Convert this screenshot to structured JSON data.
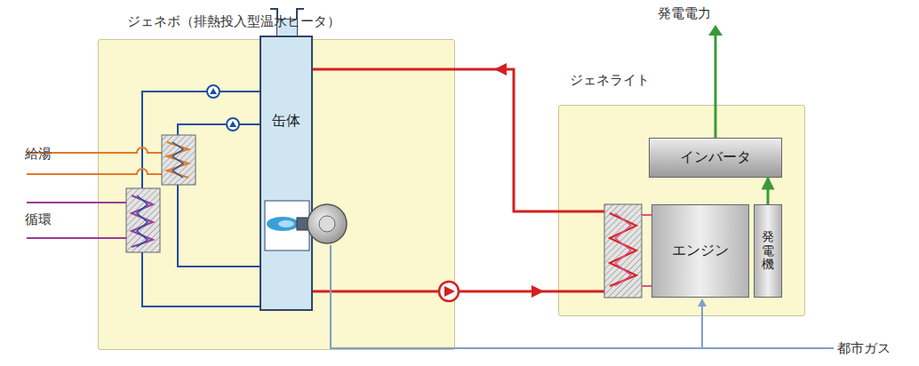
{
  "diagram": {
    "nodes": [
      {
        "text": [
          "ジェネボ（排熱投入型温水ヒータ）"
        ]
      },
      {
        "text": [
          "缶体"
        ],
        "in": 0
      },
      {
        "text": [
          "ジェネライト"
        ]
      },
      {
        "text": [
          "インバータ"
        ],
        "in": 2
      },
      {
        "text": [
          "エンジン"
        ],
        "in": 2
      },
      {
        "text": [
          "発電機"
        ],
        "in": 2
      }
    ],
    "edges": [
      {
        "from": 5,
        "to": 3,
        "arrow": "to"
      }
    ],
    "labels": [
      "給湯",
      "循環",
      "発電電力",
      "都市ガス"
    ]
  }
}
